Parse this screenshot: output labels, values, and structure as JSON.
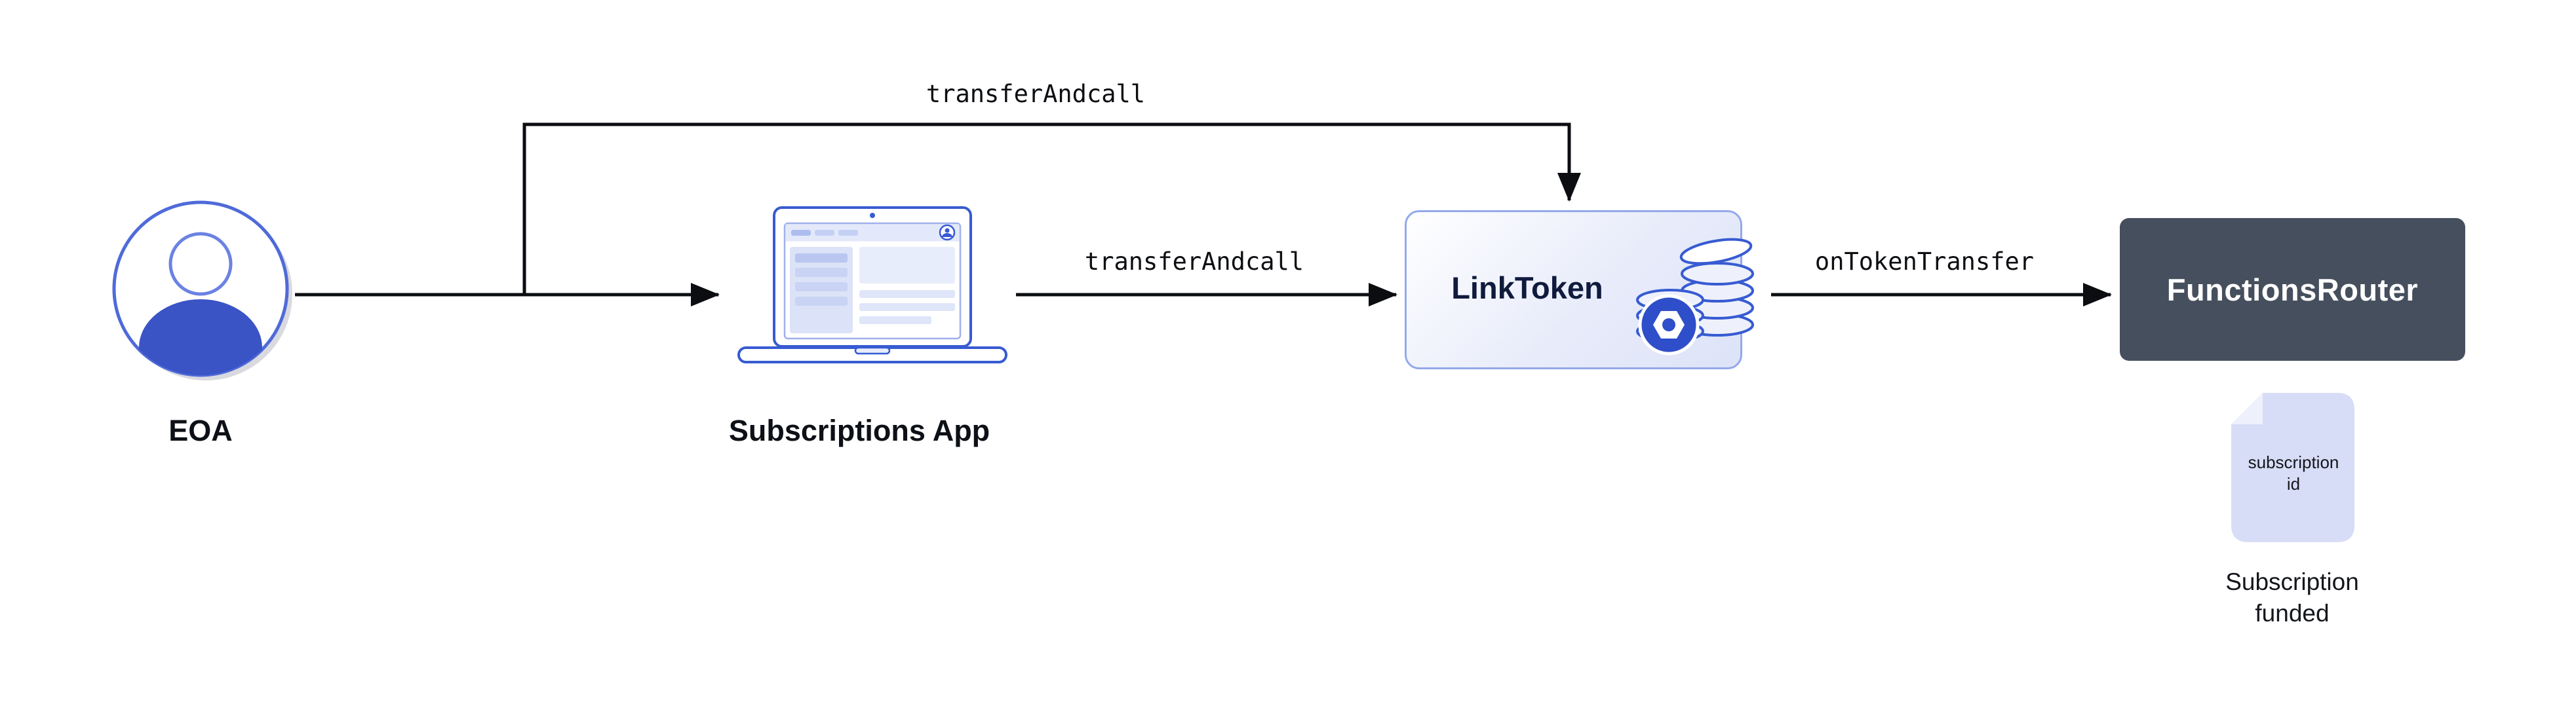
{
  "nodes": {
    "eoa": {
      "label": "EOA"
    },
    "subscriptions_app": {
      "label": "Subscriptions App"
    },
    "link_token": {
      "label": "LinkToken"
    },
    "functions_router": {
      "label": "FunctionsRouter"
    },
    "subscription_doc": {
      "text": "subscription id",
      "caption": "Subscription funded"
    }
  },
  "edges": {
    "eoa_bypass_to_linktoken": {
      "label": "transferAndcall"
    },
    "app_to_linktoken": {
      "label": "transferAndcall"
    },
    "linktoken_to_router": {
      "label": "onTokenTransfer"
    }
  },
  "icons": {
    "eoa": "person-avatar-icon",
    "subscriptions_app": "laptop-icon",
    "link_token": "coins-icon",
    "subscription": "document-icon"
  },
  "colors": {
    "accent_blue": "#375BD2",
    "body_fill_blue": "#3a53c5",
    "light_lavender": "#dde3f8",
    "router_bg": "#464f5e",
    "arrow_black": "#0b0d11",
    "dark_navy_text": "#101a3c"
  }
}
